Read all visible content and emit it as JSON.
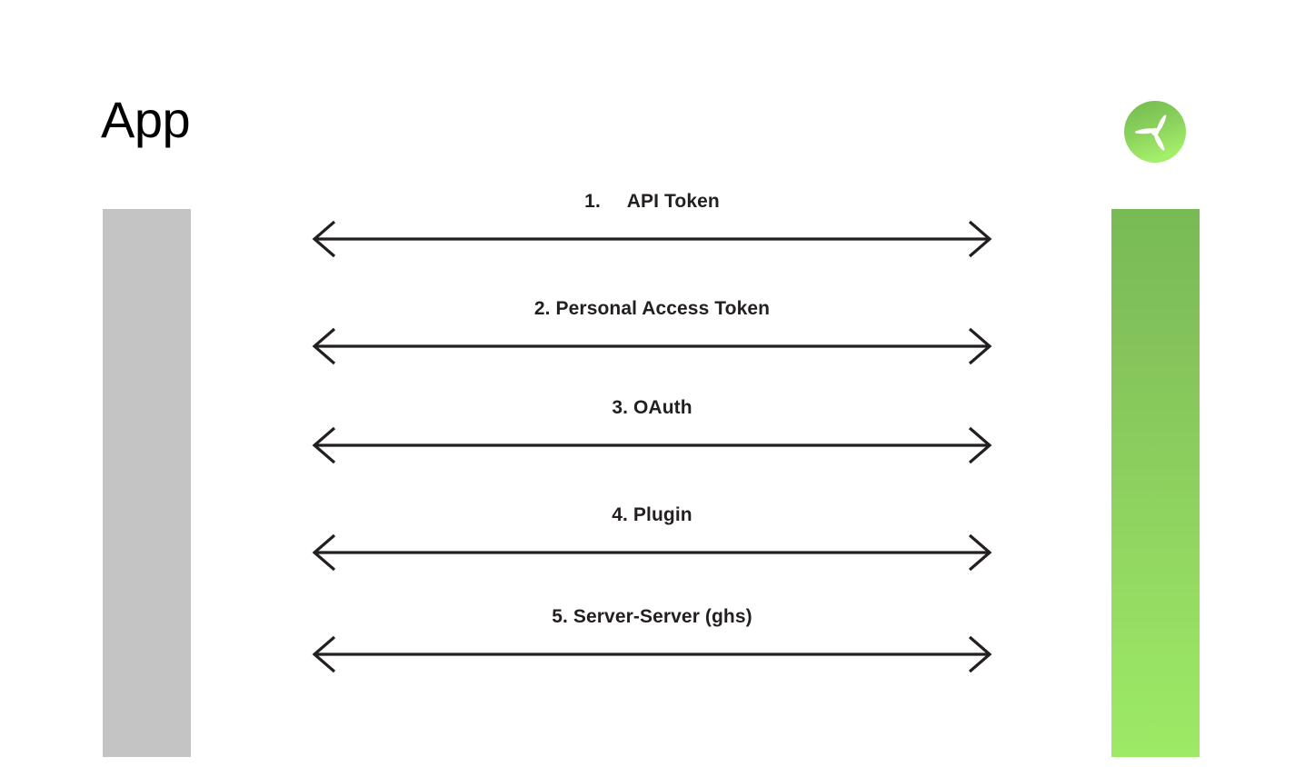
{
  "diagram": {
    "title": "App",
    "left_actor": {
      "name": "App",
      "color": "#C4C4C4"
    },
    "right_actor": {
      "logo_icon": "propeller-logo-icon",
      "gradient_top_color": "#78BA54",
      "gradient_bottom_color": "#9DEA66"
    },
    "arrow_color": "#231F20",
    "messages": [
      {
        "index": "1.",
        "label": "1.     API Token",
        "name": "api-token"
      },
      {
        "index": "2.",
        "label": "2. Personal Access Token",
        "name": "personal-access-token"
      },
      {
        "index": "3.",
        "label": "3. OAuth",
        "name": "oauth"
      },
      {
        "index": "4.",
        "label": "4. Plugin",
        "name": "plugin"
      },
      {
        "index": "5.",
        "label": "5. Server-Server (ghs)",
        "name": "server-server-ghs"
      }
    ]
  }
}
